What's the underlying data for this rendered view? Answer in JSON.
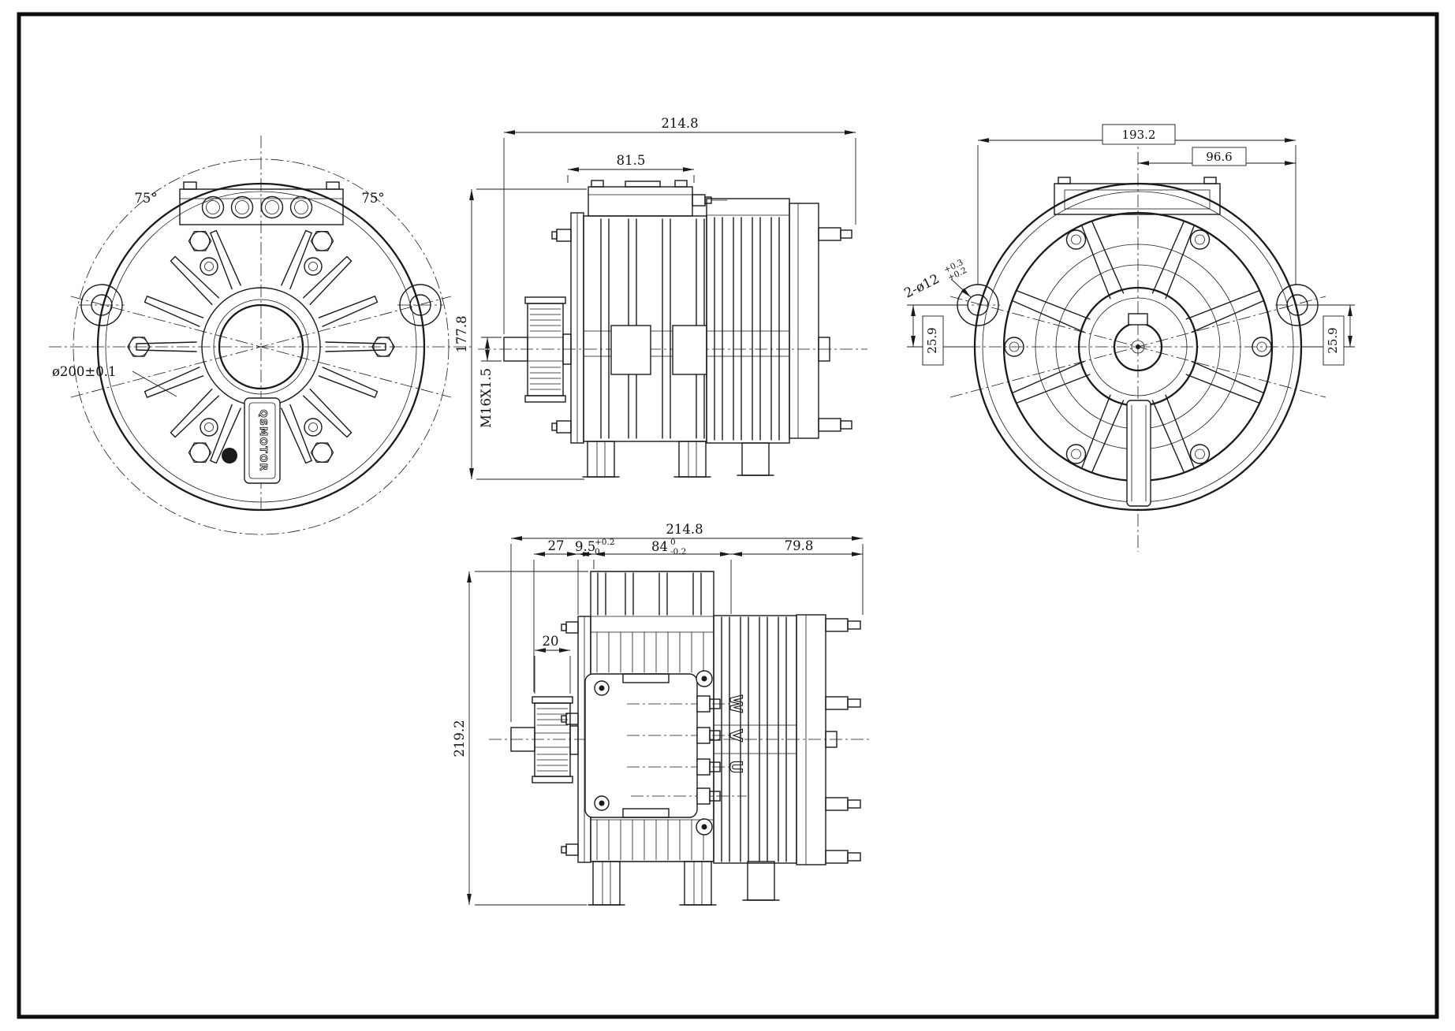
{
  "page": {
    "background": "#ffffff",
    "line_color": "#1a1a1a"
  },
  "views": {
    "front": {
      "angle_left": "75°",
      "angle_right": "75°",
      "bolt_circle_diameter": "ø200±0.1",
      "logo": "QSMOTOR"
    },
    "side": {
      "length_total": "214.8",
      "junction_box_width": "81.5",
      "height_total": "177.8",
      "shaft_thread": "M16X1.5"
    },
    "rear": {
      "mount_hole_span": "193.2",
      "mount_hole_right_offset": "96.6",
      "mount_hole_callout": {
        "text": "2-ø12",
        "tol_upper": "+0.3",
        "tol_lower": "+0.2"
      },
      "offset_left": "25.9",
      "offset_right": "25.9"
    },
    "bottom": {
      "length_total": "214.8",
      "shaft_to_pulley": "27",
      "step": {
        "value": "9.5",
        "tol_upper": "+0.2",
        "tol_lower": "0"
      },
      "front_section": {
        "value": "84",
        "tol_upper": "0",
        "tol_lower": "-0.2"
      },
      "rear_section": "79.8",
      "pulley_width": "20",
      "height_total": "219.2",
      "terminals": [
        "W",
        "V",
        "U"
      ]
    }
  }
}
